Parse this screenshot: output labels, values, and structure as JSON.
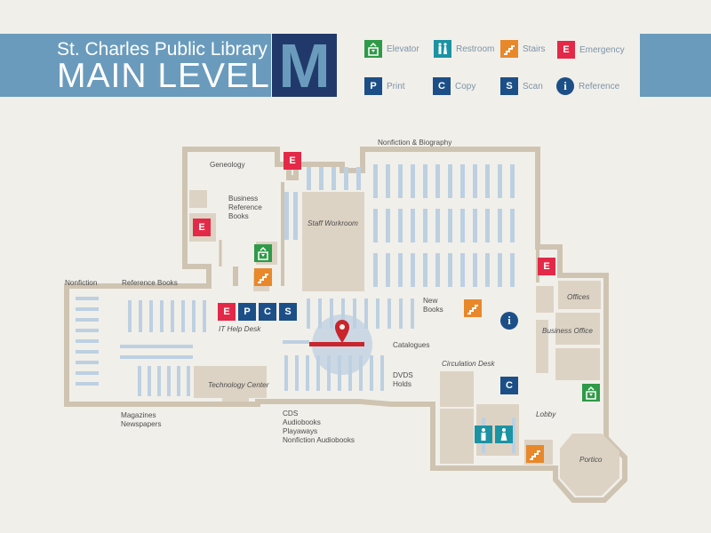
{
  "header": {
    "title_line1": "St. Charles Public Library",
    "title_line2": "MAIN LEVEL",
    "level_letter": "M"
  },
  "colors": {
    "header_blue": "#6a9bbd",
    "navy": "#21396a",
    "emergency_red": "#e32947",
    "elevator_green": "#2f9a48",
    "restroom_teal": "#1b93a3",
    "stairs_orange": "#e8882a",
    "service_blue": "#1c4f87",
    "wall": "#cfc4b2",
    "room": "#ddd3c4",
    "shelf": "#bdd0e2",
    "pin_red": "#c9252c"
  },
  "legend": [
    {
      "icon": "elevator-icon",
      "label": "Elevator"
    },
    {
      "icon": "restroom-icon",
      "label": "Restroom"
    },
    {
      "icon": "stairs-icon",
      "label": "Stairs"
    },
    {
      "icon": "emergency-icon",
      "glyph": "E",
      "label": "Emergency"
    },
    {
      "icon": "print-icon",
      "glyph": "P",
      "label": "Print"
    },
    {
      "icon": "copy-icon",
      "glyph": "C",
      "label": "Copy"
    },
    {
      "icon": "scan-icon",
      "glyph": "S",
      "label": "Scan"
    },
    {
      "icon": "reference-icon",
      "glyph": "i",
      "label": "Reference"
    }
  ],
  "map": {
    "labels": {
      "nonfiction_biography": "Nonfiction & Biography",
      "geneology": "Geneology",
      "business_reference": "Business\nReference\nBooks",
      "staff_workroom": "Staff Workroom",
      "nonfiction": "Nonfiction",
      "reference_books": "Reference Books",
      "it_help_desk": "IT Help Desk",
      "new_books": "New\nBooks",
      "catalogues": "Catalogues",
      "circulation_desk": "Circulation Desk",
      "dvds_holds": "DVDS\nHolds",
      "technology_center": "Technology Center",
      "magazines_newspapers": "Magazines\nNewspapers",
      "cds_audiobooks": "CDS\nAudiobooks\nPlayaways\nNonfiction Audiobooks",
      "offices": "Offices",
      "business_office": "Business Office",
      "lobby": "Lobby",
      "portico": "Portico"
    },
    "markers": [
      {
        "type": "emergency",
        "glyph": "E",
        "name": "emergency-marker-geneology"
      },
      {
        "type": "emergency",
        "glyph": "E",
        "name": "emergency-marker-business-ref"
      },
      {
        "type": "emergency",
        "glyph": "E",
        "name": "emergency-marker-offices"
      },
      {
        "type": "emergency",
        "glyph": "E",
        "name": "emergency-marker-it-desk"
      },
      {
        "type": "print",
        "glyph": "P",
        "name": "print-marker"
      },
      {
        "type": "copy",
        "glyph": "C",
        "name": "copy-marker-it-desk"
      },
      {
        "type": "scan",
        "glyph": "S",
        "name": "scan-marker"
      },
      {
        "type": "copy",
        "glyph": "C",
        "name": "copy-marker-circulation"
      },
      {
        "type": "reference",
        "glyph": "i",
        "name": "reference-marker"
      }
    ]
  }
}
